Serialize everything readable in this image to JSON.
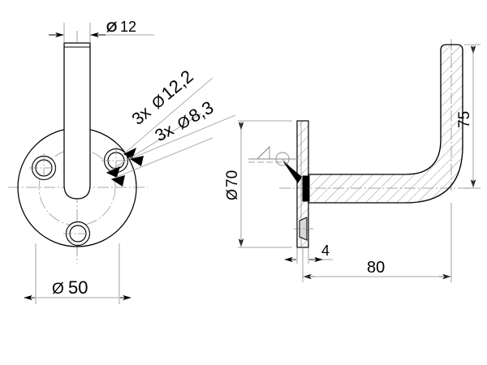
{
  "drawing": {
    "title": "Handrail bracket technical drawing",
    "type": "engineering-orthographic-drawing",
    "units": "mm",
    "decimal_separator": ",",
    "line_color": "#000000",
    "thin_line_color": "#8a8a8a",
    "background": "#ffffff"
  },
  "views": {
    "front": {
      "name": "front-view-flange",
      "description": "Circular wall flange with vertical tube, 3 bolt holes"
    },
    "section": {
      "name": "section-view-bracket",
      "description": "Cross section of L shaped bracket arm welded to plate"
    }
  },
  "dimensions": {
    "tube_diameter": {
      "label": "Ø 12",
      "value": 12,
      "symbol": "Ø",
      "number": "12",
      "name": "tube-diameter"
    },
    "flange_diameter": {
      "label": "Ø 50",
      "value": 50,
      "symbol": "Ø",
      "number": "50",
      "name": "flange-diameter"
    },
    "plate_diameter": {
      "label": "Ø70",
      "value": 70,
      "symbol": "Ø",
      "number": "70",
      "name": "plate-diameter"
    },
    "arm_height": {
      "label": "75",
      "value": 75,
      "name": "arm-height"
    },
    "arm_length": {
      "label": "80",
      "value": 80,
      "name": "arm-length"
    },
    "plate_thickness": {
      "label": "4",
      "value": 4,
      "name": "plate-thickness"
    }
  },
  "callouts": {
    "counterbore": {
      "prefix": "3x",
      "symbol": "Ø",
      "number": "12,2",
      "label": "3x Ø12,2",
      "name": "counterbore-callout"
    },
    "throughhole": {
      "prefix": "3x",
      "symbol": "Ø",
      "number": "8,3",
      "label": "3x Ø8,3",
      "name": "through-hole-callout"
    }
  },
  "symbols": {
    "weld": {
      "name": "weld-symbol",
      "description": "fillet weld all around symbol"
    }
  },
  "chart_data": {
    "type": "table",
    "title": "Handrail bracket dimensions",
    "categories": [
      "Ø 12",
      "Ø 50",
      "Ø70",
      "75",
      "80",
      "4",
      "3x Ø12,2",
      "3x Ø8,3"
    ],
    "values": [
      12,
      50,
      70,
      75,
      80,
      4,
      12.2,
      8.3
    ]
  }
}
